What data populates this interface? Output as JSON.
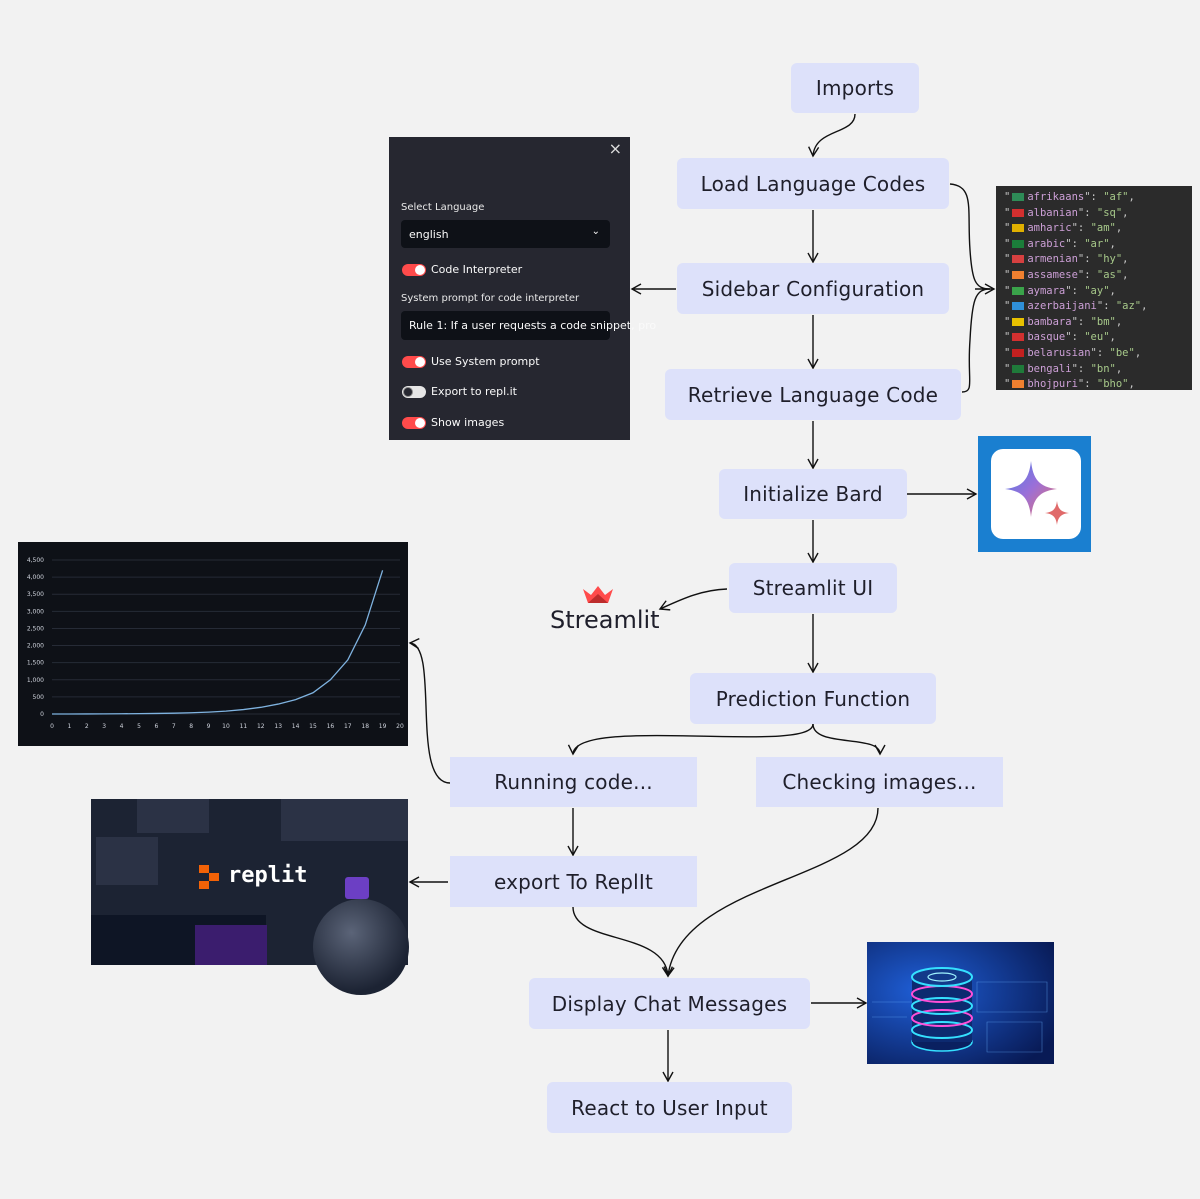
{
  "nodes": {
    "imports": "Imports",
    "load_codes": "Load Language Codes",
    "sidebar_config": "Sidebar Configuration",
    "retrieve_code": "Retrieve Language Code",
    "init_bard": "Initialize Bard",
    "streamlit_ui": "Streamlit UI",
    "prediction": "Prediction Function",
    "running_code": "Running code...",
    "checking_images": "Checking images...",
    "export_replit": "export To ReplIt",
    "display_chat": "Display Chat Messages",
    "react_input": "React to User Input"
  },
  "sidebar": {
    "close": "×",
    "select_language_label": "Select Language",
    "language_value": "english",
    "toggle_code_interpreter": "Code Interpreter",
    "system_prompt_label": "System prompt for code interpreter",
    "system_prompt_value": "Rule 1: If a user requests a code snippet, pro",
    "toggle_use_system_prompt": "Use System prompt",
    "toggle_export_replit": "Export to repl.it",
    "toggle_show_images": "Show images",
    "toggles": {
      "code_interpreter": true,
      "use_system_prompt": true,
      "export_replit": false,
      "show_images": true
    }
  },
  "language_codes": [
    {
      "name": "afrikaans",
      "code": "af",
      "flag": "#2e8b57"
    },
    {
      "name": "albanian",
      "code": "sq",
      "flag": "#d32f2f"
    },
    {
      "name": "amharic",
      "code": "am",
      "flag": "#e0b000"
    },
    {
      "name": "arabic",
      "code": "ar",
      "flag": "#1b7d3a"
    },
    {
      "name": "armenian",
      "code": "hy",
      "flag": "#d64040"
    },
    {
      "name": "assamese",
      "code": "as",
      "flag": "#f08030"
    },
    {
      "name": "aymara",
      "code": "ay",
      "flag": "#3aa34a"
    },
    {
      "name": "azerbaijani",
      "code": "az",
      "flag": "#2f8fd8"
    },
    {
      "name": "bambara",
      "code": "bm",
      "flag": "#e8c000"
    },
    {
      "name": "basque",
      "code": "eu",
      "flag": "#d23030"
    },
    {
      "name": "belarusian",
      "code": "be",
      "flag": "#c42020"
    },
    {
      "name": "bengali",
      "code": "bn",
      "flag": "#1f7a3a"
    },
    {
      "name": "bhojpuri",
      "code": "bho",
      "flag": "#f08030"
    }
  ],
  "streamlit_logo": "Streamlit",
  "replit_logo": "replit",
  "chart_data": {
    "type": "line",
    "x": [
      0,
      1,
      2,
      3,
      4,
      5,
      6,
      7,
      8,
      9,
      10,
      11,
      12,
      13,
      14,
      15,
      16,
      17,
      18,
      19
    ],
    "values": [
      0,
      1,
      2,
      4,
      7,
      11,
      16,
      24,
      36,
      55,
      85,
      130,
      195,
      290,
      420,
      620,
      1000,
      1580,
      2600,
      4200
    ],
    "xticks": [
      "0",
      "1",
      "2",
      "3",
      "4",
      "5",
      "6",
      "7",
      "8",
      "9",
      "10",
      "11",
      "12",
      "13",
      "14",
      "15",
      "16",
      "17",
      "18",
      "19",
      "20"
    ],
    "yticks": [
      "0",
      "500",
      "1,000",
      "1,500",
      "2,000",
      "2,500",
      "3,000",
      "3,500",
      "4,000",
      "4,500"
    ],
    "xlim": [
      0,
      20
    ],
    "ylim": [
      0,
      4500
    ],
    "grid": true,
    "line_color": "#7fb3e0",
    "title": "",
    "xlabel": "",
    "ylabel": ""
  },
  "colors": {
    "node_fill": "#dde1fa",
    "background": "#f2f2f2",
    "sidebar_bg": "#262730",
    "toggle_on": "#ff4b4b",
    "bard_bg": "#1a7fd0",
    "chart_bg": "#0e1117"
  },
  "icons": {
    "chevron": "chevron-down-icon",
    "bard": "bard-sparkle-icon",
    "streamlit": "streamlit-crown-icon",
    "replit": "replit-logo-icon",
    "database": "database-icon"
  }
}
